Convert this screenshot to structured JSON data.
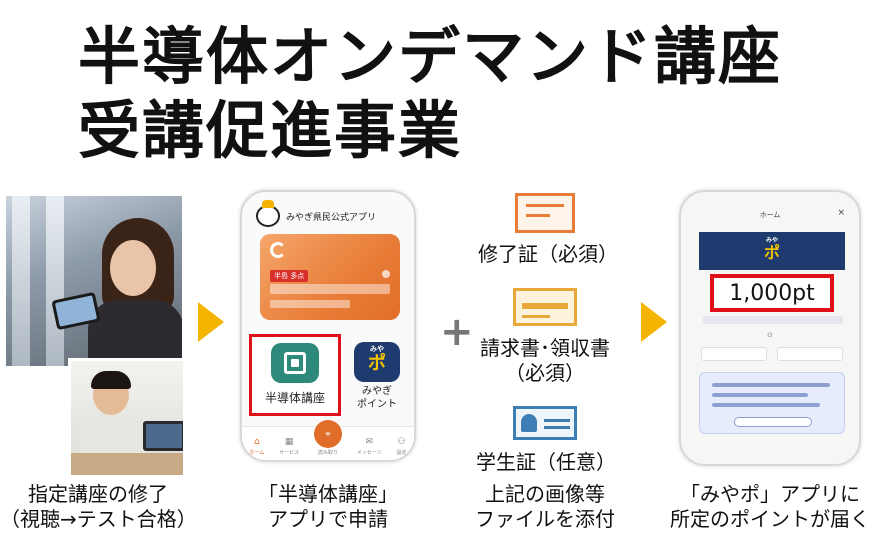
{
  "title": {
    "line1": "半導体オンデマンド講座",
    "line2": "受講促進事業"
  },
  "phone1": {
    "app_title": "みやぎ県民公式アプリ",
    "card_tag": "半島 多点",
    "tiles": {
      "semiconductor_label": "半導体講座",
      "miyapo_icon_text": "ポ",
      "miyapo_icon_mini": "みや",
      "miyapo_label_line1": "みやぎ",
      "miyapo_label_line2": "ポイント"
    },
    "tabbar": {
      "home": "ホーム",
      "service": "サービス",
      "scan": "読み取り",
      "message": "メッセージ",
      "settings": "設定"
    }
  },
  "documents": {
    "certificate": "修了証（必須）",
    "invoice_line1": "請求書･領収書",
    "invoice_line2": "（必須）",
    "student_id": "学生証（任意）"
  },
  "phone2": {
    "header_title": "ホーム",
    "close_glyph": "×",
    "banner_text": "ポ",
    "banner_mini": "みや",
    "points": "1,000pt"
  },
  "captions": {
    "step1_line1": "指定講座の修了",
    "step1_line2": "（視聴→テスト合格）",
    "step2_line1": "「半導体講座」",
    "step2_line2": "アプリで申請",
    "step3_line1": "上記の画像等",
    "step3_line2": "ファイルを添付",
    "step4_line1": "「みやポ」アプリに",
    "step4_line2": "所定のポイントが届く"
  },
  "colors": {
    "arrow": "#f4b400",
    "highlight_border": "#e0101a",
    "card_orange": "#e87d38",
    "semi_icon": "#2d8a7a",
    "miyapo_navy": "#1e3a6e"
  }
}
